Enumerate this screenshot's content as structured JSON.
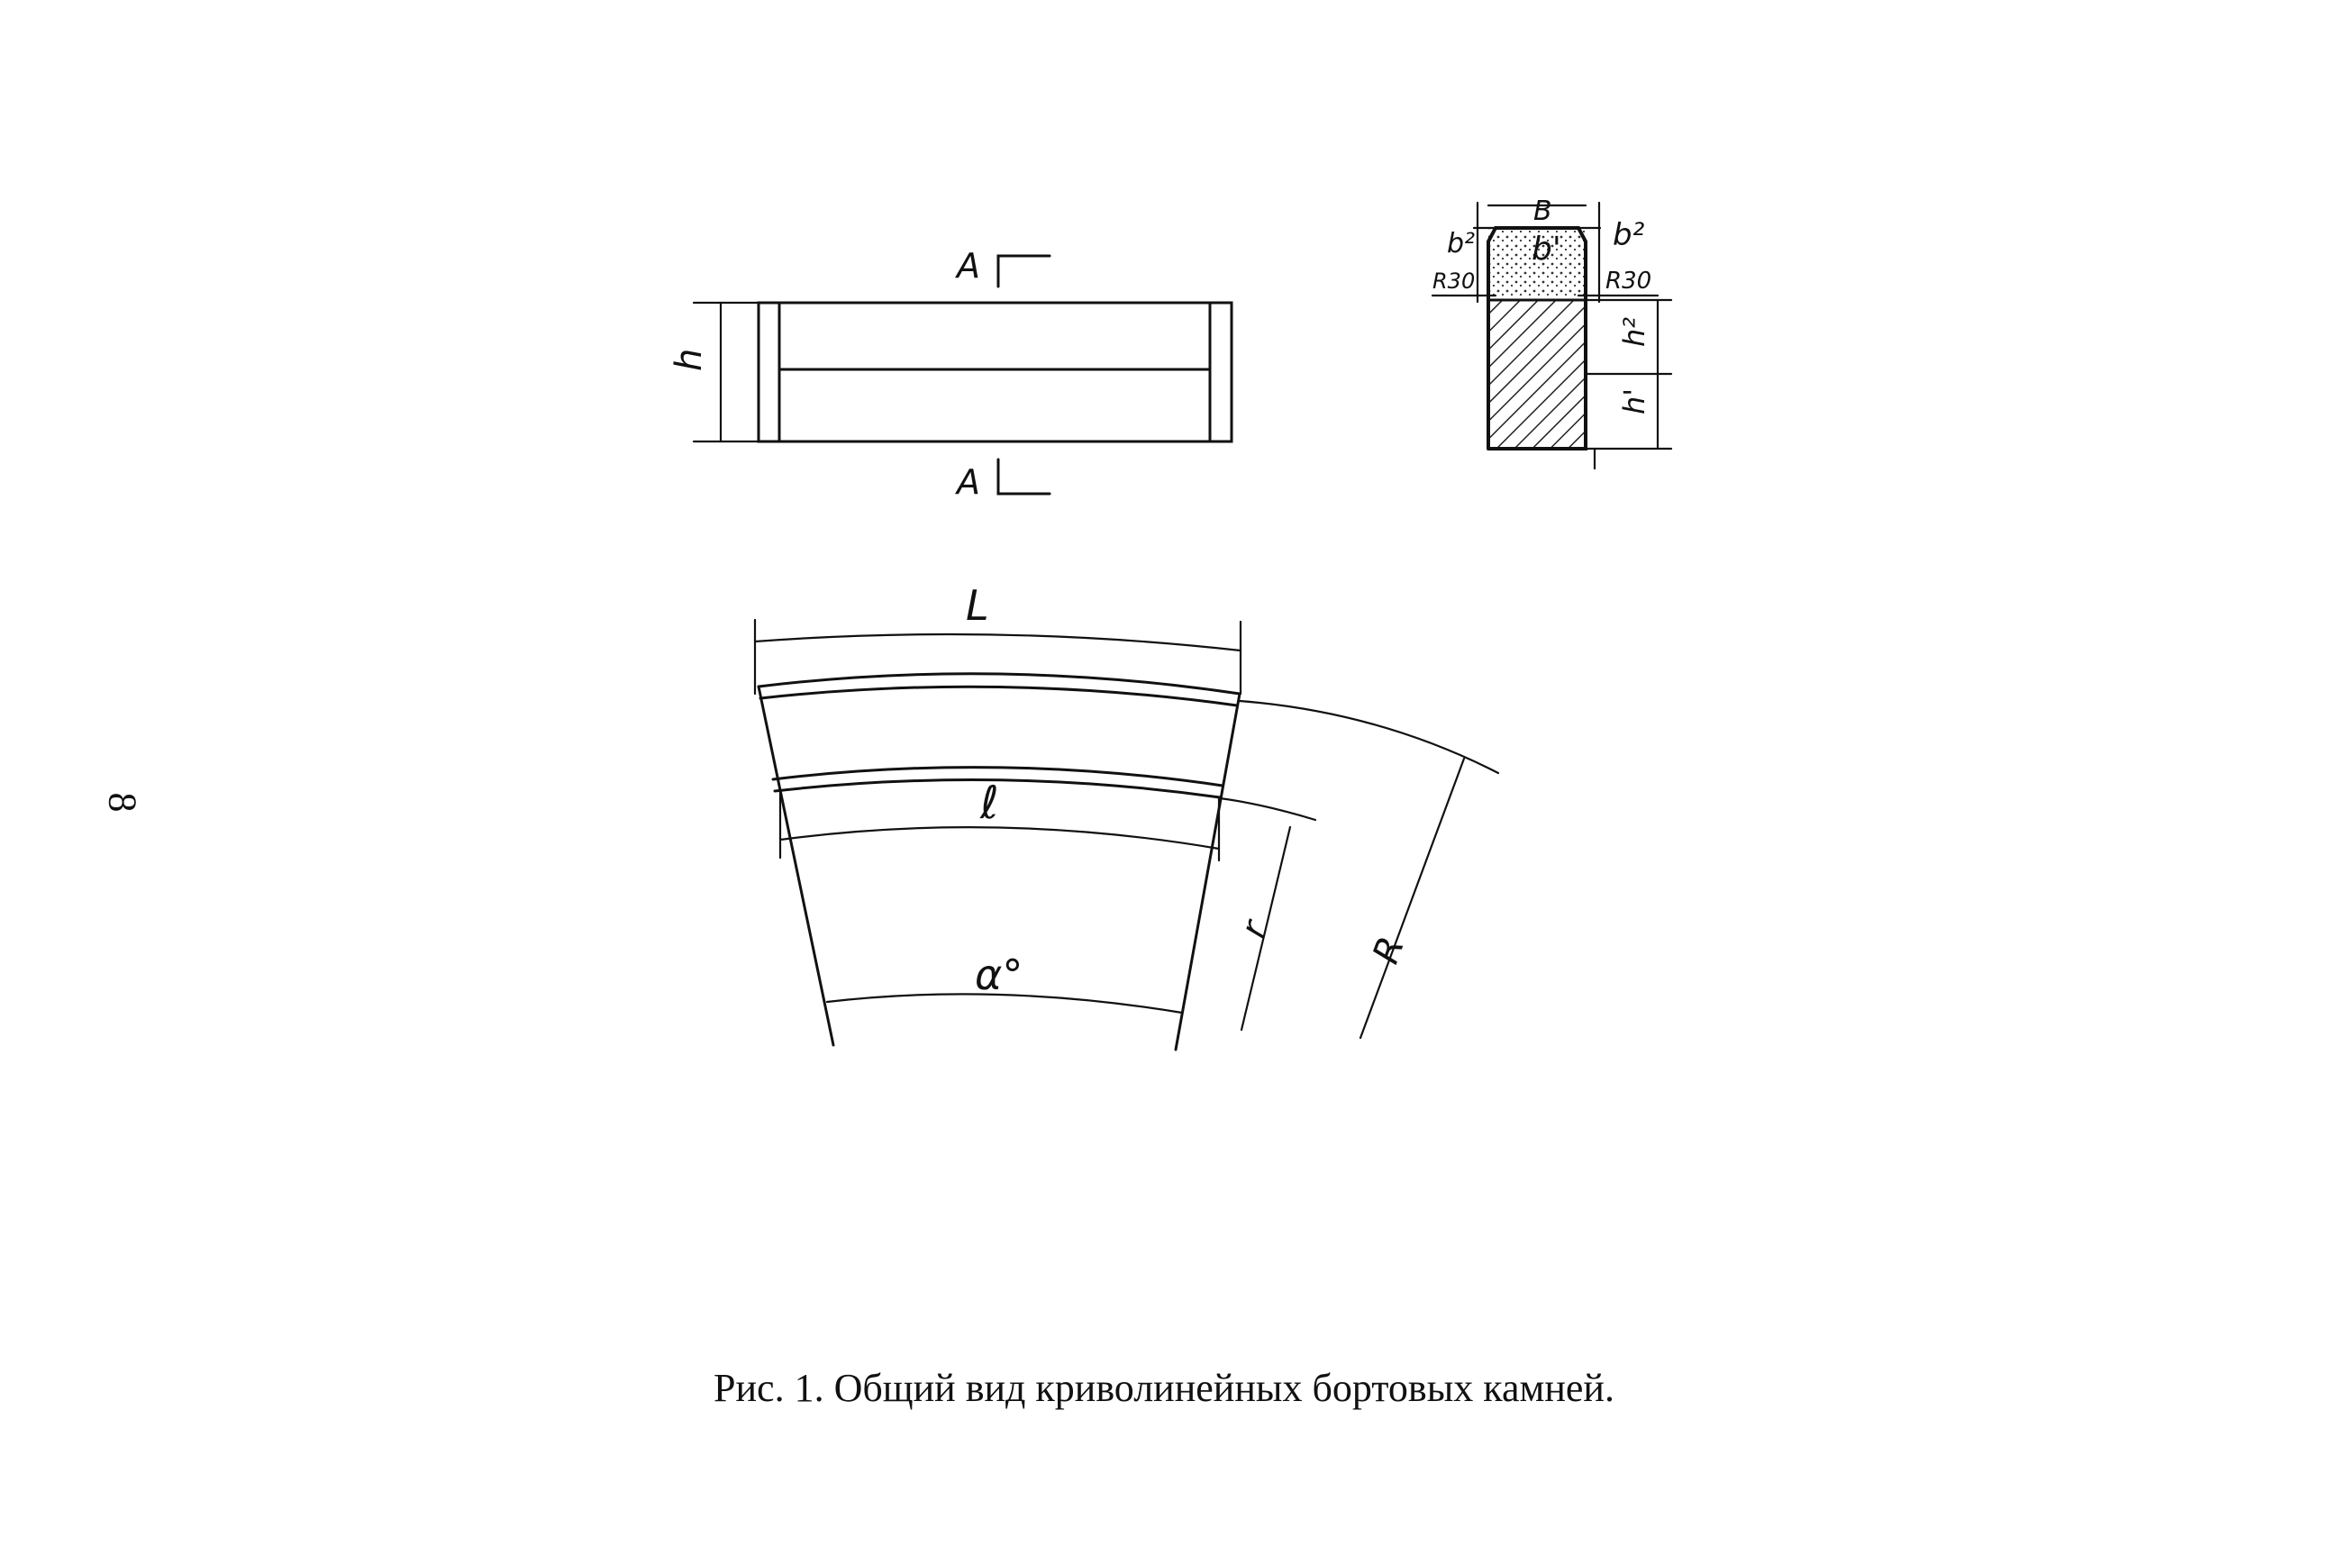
{
  "page_number": "8",
  "caption": "Рис. 1. Общий вид криволинейных бортовых камней.",
  "side_view": {
    "section_mark_top": "А",
    "section_mark_bottom": "А",
    "height_label": "h"
  },
  "section_view": {
    "label_b_top": "В",
    "label_b1": "b'",
    "label_b2": "b²",
    "label_b_left": "b²",
    "label_r_left": "R30",
    "label_r_right": "R30",
    "label_h1": "h'",
    "label_h2": "h²"
  },
  "plan_view": {
    "label_L": "L",
    "label_l": "ℓ",
    "label_alpha": "α°",
    "label_r": "r",
    "label_R": "R"
  }
}
